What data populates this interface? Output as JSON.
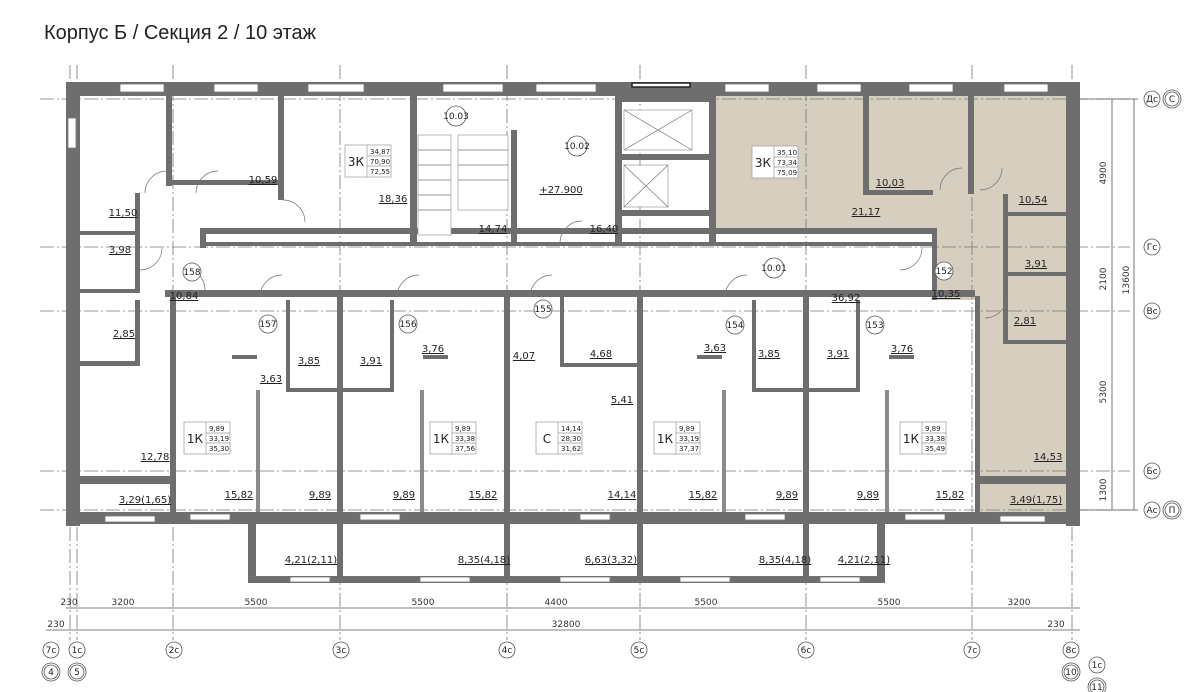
{
  "title": "Корпус Б / Секция 2 / 10 этаж",
  "colors": {
    "highlight_apartment": "#d6cfc0",
    "wall": "#6e6e6e"
  },
  "level_mark": "+27.900",
  "apartments": [
    {
      "type": "3К",
      "living": "34,87",
      "total": "70,90",
      "total_with_balcony": "72,55"
    },
    {
      "type": "3К",
      "living": "35,10",
      "total": "73,34",
      "total_with_balcony": "75,09"
    },
    {
      "type": "1К",
      "living": "9,89",
      "total": "33,19",
      "total_with_balcony": "35,30"
    },
    {
      "type": "1К",
      "living": "9,89",
      "total": "33,38",
      "total_with_balcony": "37,56"
    },
    {
      "type": "С",
      "living": "14,14",
      "total": "28,30",
      "total_with_balcony": "31,62"
    },
    {
      "type": "1К",
      "living": "9,89",
      "total": "33,19",
      "total_with_balcony": "37,37"
    },
    {
      "type": "1К",
      "living": "9,89",
      "total": "33,38",
      "total_with_balcony": "35,49"
    }
  ],
  "room_numbers": [
    "10.03",
    "10.02",
    "10.01",
    "158",
    "157",
    "156",
    "155",
    "154",
    "153",
    "152"
  ],
  "room_areas": [
    "10,59",
    "11,50",
    "18,36",
    "14,74",
    "16,40",
    "21,17",
    "10,03",
    "10,54",
    "3,98",
    "10,84",
    "3,91",
    "10,35",
    "36,92",
    "2,85",
    "3,85",
    "3,91",
    "3,63",
    "3,76",
    "4,07",
    "4,68",
    "5,41",
    "3,63",
    "3,85",
    "3,91",
    "3,76",
    "2,81",
    "12,78",
    "14,53",
    "15,82",
    "9,89",
    "9,89",
    "15,82",
    "14,14",
    "15,82",
    "9,89",
    "9,89",
    "15,82",
    "3,29(1,65)",
    "3,49(1,75)",
    "4,21(2,11)",
    "8,35(4,18)",
    "6,63(3,32)",
    "8,35(4,18)",
    "4,21(2,11)"
  ],
  "dimensions": {
    "bottom_row1": [
      "230",
      "3200",
      "5500",
      "5500",
      "4400",
      "5500",
      "5500",
      "3200"
    ],
    "bottom_row2": [
      "230",
      "32800",
      "230"
    ],
    "right": [
      "4900",
      "2100",
      "13600",
      "5300",
      "1300"
    ]
  },
  "axes": {
    "bottom": [
      "7с",
      "1с",
      "2с",
      "3с",
      "4с",
      "5с",
      "6с",
      "7с",
      "8с",
      "1с"
    ],
    "bottom_global": [
      "4",
      "5",
      "10",
      "11"
    ],
    "right": [
      "Дс",
      "Гс",
      "Вс",
      "Бс",
      "Ас"
    ],
    "right_global": [
      "С",
      "П"
    ]
  }
}
